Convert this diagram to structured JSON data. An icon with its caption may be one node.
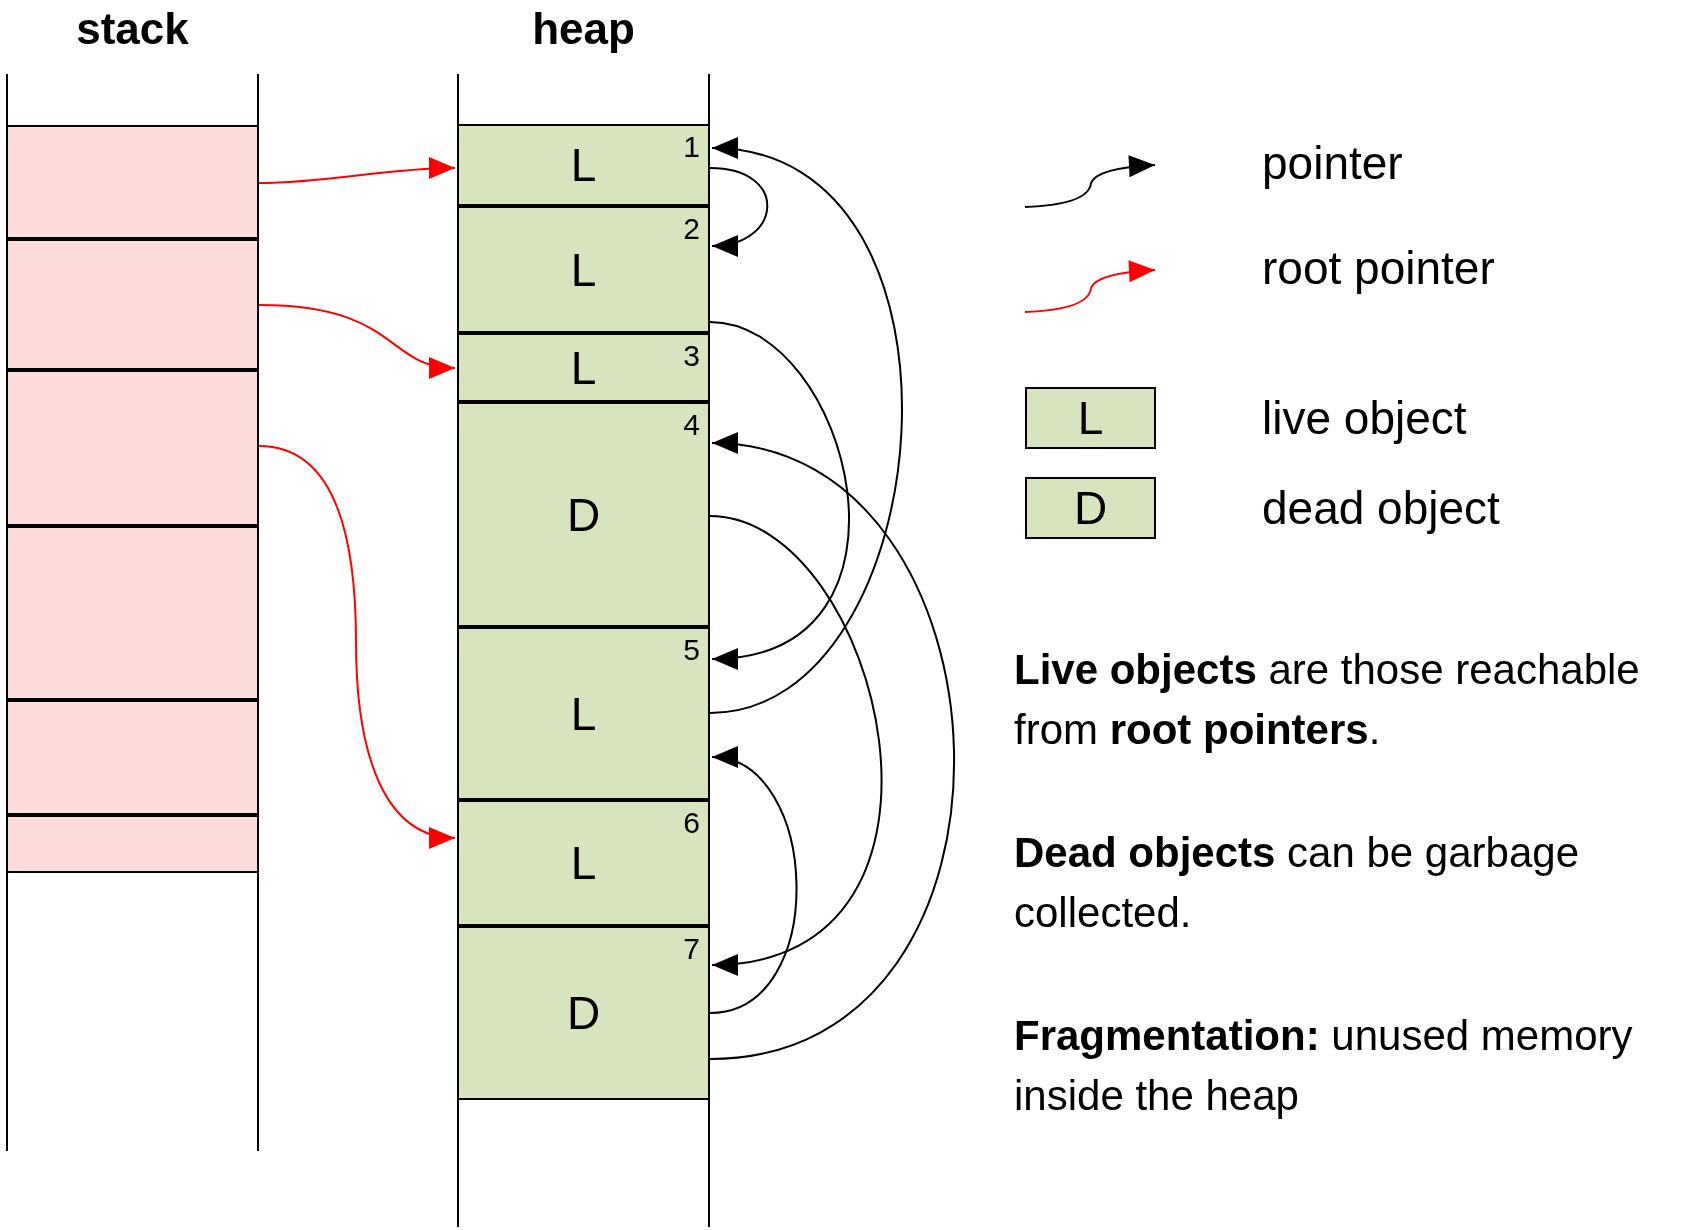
{
  "diagram": {
    "nodes": [
      {
        "text": [
          "stack"
        ]
      },
      {
        "text": [],
        "shape": "box",
        "in": 0
      },
      {
        "text": [],
        "shape": "box",
        "in": 0
      },
      {
        "text": [],
        "shape": "box",
        "in": 0
      },
      {
        "text": [],
        "shape": "box",
        "in": 0
      },
      {
        "text": [],
        "shape": "box",
        "in": 0
      },
      {
        "text": [],
        "shape": "box",
        "in": 0
      },
      {
        "text": [
          "heap"
        ]
      },
      {
        "text": [
          "L",
          "1"
        ],
        "in": 7
      },
      {
        "text": [
          "L",
          "2"
        ],
        "in": 7
      },
      {
        "text": [
          "L",
          "3"
        ],
        "in": 7
      },
      {
        "text": [
          "D",
          "4"
        ],
        "in": 7
      },
      {
        "text": [
          "L",
          "5"
        ],
        "in": 7
      },
      {
        "text": [
          "L",
          "6"
        ],
        "in": 7
      },
      {
        "text": [
          "D",
          "7"
        ],
        "in": 7
      },
      {
        "text": [
          "L"
        ],
        "beside": [
          "live object"
        ]
      },
      {
        "text": [
          "D"
        ],
        "beside": [
          "dead object"
        ]
      }
    ],
    "edges": [
      {
        "from": 1,
        "to": 8,
        "arrow": "to",
        "color": "#ff0000"
      },
      {
        "from": 2,
        "to": 10,
        "arrow": "to",
        "color": "#ff0000"
      },
      {
        "from": 3,
        "to": 13,
        "arrow": "to",
        "color": "#ff0000"
      },
      {
        "from": 8,
        "to": 9,
        "arrow": "to"
      },
      {
        "from": 9,
        "to": 12,
        "arrow": "to"
      },
      {
        "from": 12,
        "to": 8,
        "arrow": "to"
      },
      {
        "from": 11,
        "to": 14,
        "arrow": "to"
      },
      {
        "from": 14,
        "to": 11,
        "arrow": "to"
      },
      {
        "from": 14,
        "to": 12,
        "arrow": "to"
      }
    ],
    "labels": [
      "**Live objects** are those reachable from **root pointers**.",
      "**Dead objects** can be garbage collected.",
      "**Fragmentation:** unused memory inside the heap"
    ],
    "legend": [
      {
        "text": "pointer"
      },
      {
        "text": "root pointer"
      }
    ]
  }
}
